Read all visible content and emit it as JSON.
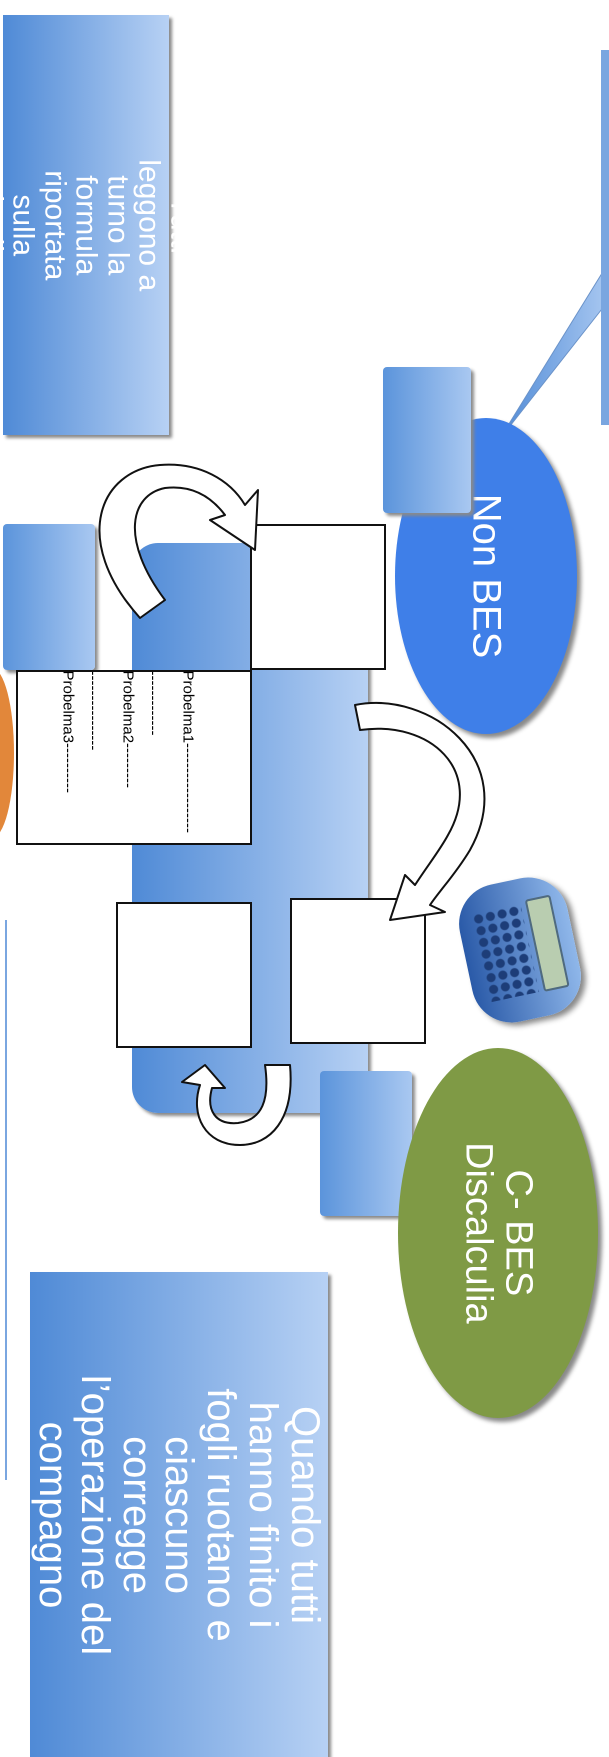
{
  "boxes": {
    "top_left": "Tutti leggono a turno la formula riportata sulla schedina",
    "bottom_right": "Quando tutti hanno finito i fogli ruotano e ciascuno corregge l’operazione del compagno"
  },
  "ellipses": {
    "non_bes": "Non BES",
    "c_bes_line1": "C- BES",
    "c_bes_line2": "Discalculia"
  },
  "sheet_lines": {
    "p1": "Probelma1------------------",
    "p1b": "-------------",
    "p2": "Probelma2---------",
    "p2b": "----------------",
    "p3": "Probelma3----------",
    "p3b": "---"
  },
  "colors": {
    "blue_ellipse": "#3f7fe8",
    "green_ellipse": "#7f9a45",
    "orange_ellipse": "#e2873a",
    "panel_dark": "#4f8ad6",
    "panel_light": "#b7d1f4"
  }
}
